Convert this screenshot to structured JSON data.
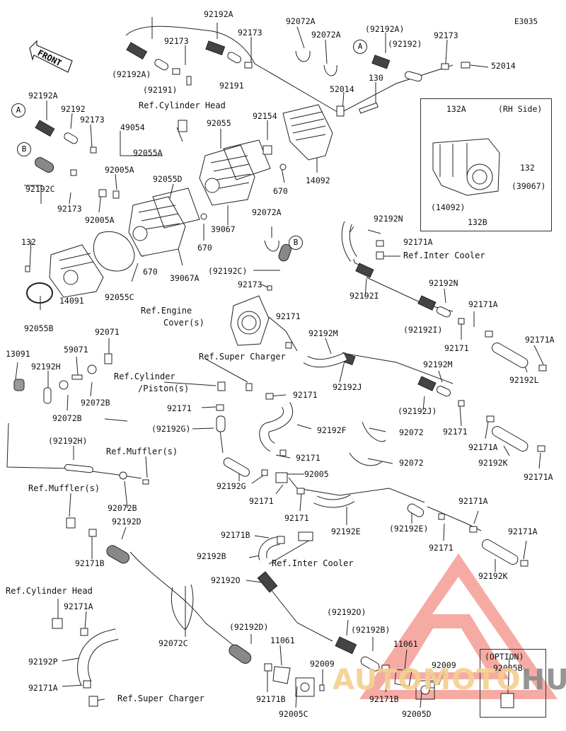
{
  "diagram_code": "E3035",
  "front_label": "FRONT",
  "callouts": {
    "A": "A",
    "B": "B"
  },
  "rh_side": {
    "title": "(RH Side)",
    "labels": [
      "132A",
      "132",
      "(39067)",
      "(14092)",
      "132B"
    ]
  },
  "option": {
    "title": "(OPTION)",
    "part": "92005B"
  },
  "watermark": {
    "left": "AUTOMOTO",
    "right": "HUB"
  },
  "colors": {
    "line": "#222222",
    "watermark_red": "#e8423a",
    "watermark_orange": "#f5cf8f"
  },
  "labels": {
    "l01": "92192A",
    "l02": "92072A",
    "l03": "(92192A)",
    "l04": "92173",
    "l05": "92173",
    "l06": "92072A",
    "l07": "(92192A)",
    "l08": "92191",
    "l09": "(92191)",
    "l10": "(92192)",
    "l11": "92173",
    "l12": "52014",
    "l13": "Ref.Cylinder Head",
    "l14": "52014",
    "l15": "130",
    "l16": "92192A",
    "l17": "92192",
    "l18": "92173",
    "l19": "49054",
    "l20": "92055",
    "l21": "92154",
    "l22": "92055A",
    "l23": "92005A",
    "l24": "92055D",
    "l25": "670",
    "l26": "14092",
    "l27": "92192C",
    "l28": "92173",
    "l29": "92005A",
    "l30": "670",
    "l31": "39067",
    "l32": "92072A",
    "l33": "132",
    "l34": "670",
    "l35": "39067A",
    "l36": "(92192C)",
    "l37": "92173",
    "l38": "92055C",
    "l39": "14091",
    "l40": "92055B",
    "l41": "92192N",
    "l42": "92171A",
    "l43": "Ref.Inter Cooler",
    "l44": "92192I",
    "l45": "92192N",
    "l46": "92171A",
    "l47": "(92192I)",
    "l48": "92171",
    "l49": "92171A",
    "l50": "92192L",
    "l51": "Ref.Engine",
    "l52": "Cover(s)",
    "l53": "92171",
    "l54": "92192M",
    "l55": "92071",
    "l56": "13091",
    "l57": "59071",
    "l58": "92192H",
    "l59": "92072B",
    "l60": "92072B",
    "l61": "Ref.Super Charger",
    "l62": "92192J",
    "l63": "92192M",
    "l64": "Ref.Cylinder",
    "l65": "/Piston(s)",
    "l66": "92171",
    "l67": "92171",
    "l68": "(92192J)",
    "l69": "(92192G)",
    "l70": "92192F",
    "l71": "92072",
    "l72": "92171",
    "l73": "92171A",
    "l74": "(92192H)",
    "l75": "Ref.Muffler(s)",
    "l76": "92171",
    "l77": "92072",
    "l78": "92005",
    "l79": "92192K",
    "l80": "92192G",
    "l81": "92171A",
    "l82": "92171",
    "l83": "92072B",
    "l84": "Ref.Muffler(s)",
    "l85": "92171A",
    "l86": "92171",
    "l87": "92192D",
    "l88": "(92192E)",
    "l89": "92192E",
    "l90": "92171A",
    "l91": "92171B",
    "l92": "92171B",
    "l93": "92192B",
    "l94": "Ref.Inter Cooler",
    "l95": "92171",
    "l96": "92192K",
    "l97": "92192O",
    "l98": "Ref.Cylinder Head",
    "l99": "92171A",
    "l100": "92072C",
    "l101": "(92192O)",
    "l102": "(92192D)",
    "l103": "(92192B)",
    "l104": "11061",
    "l105": "11061",
    "l106": "92192P",
    "l107": "92009",
    "l108": "92009",
    "l109": "92171A",
    "l110": "92171B",
    "l111": "92171B",
    "l112": "Ref.Super Charger",
    "l113": "92005C",
    "l114": "92005D"
  }
}
